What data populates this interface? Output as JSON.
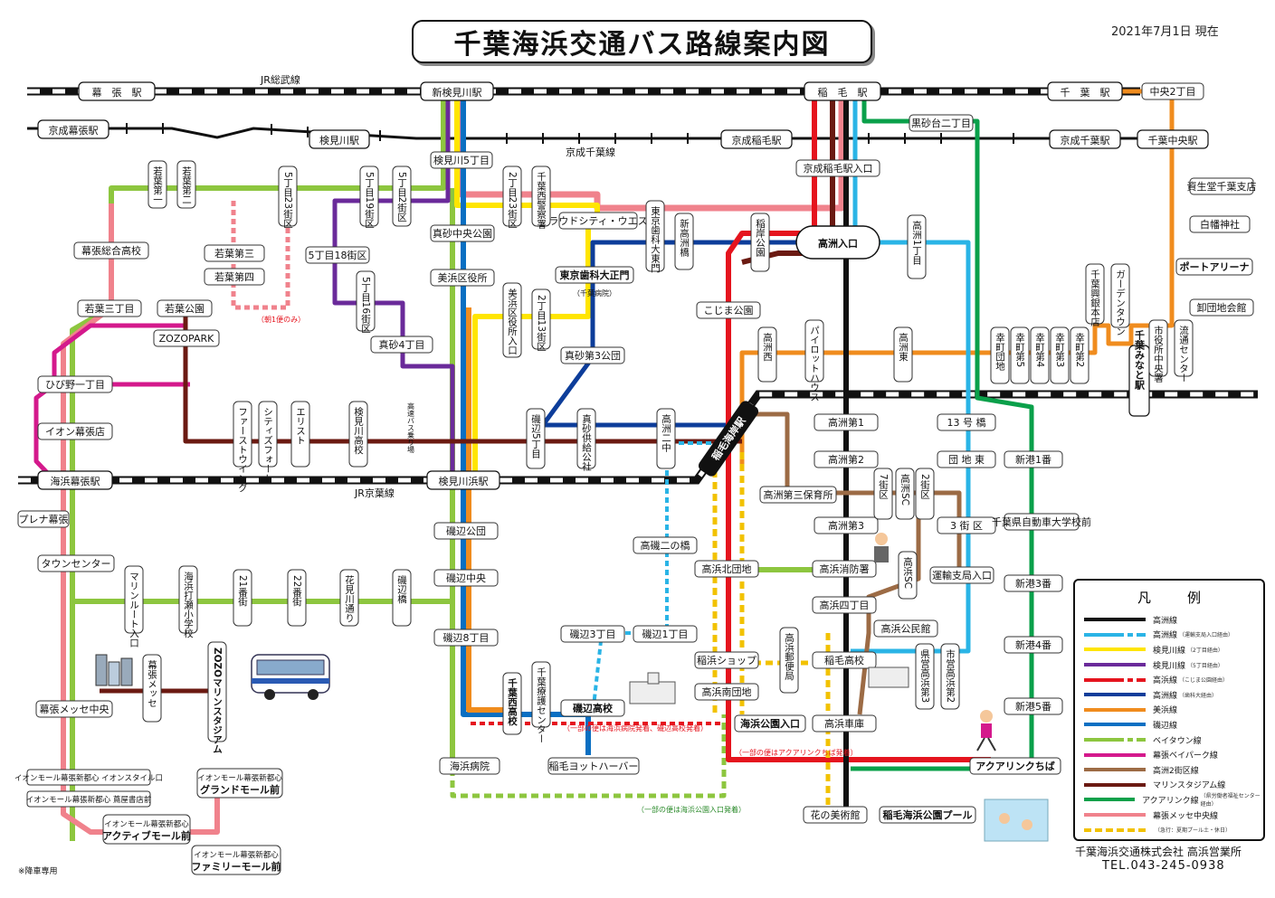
{
  "title": "千葉海浜交通バス路線案内図",
  "date": "2021年7月1日 現在",
  "company": "千葉海浜交通株式会社 高浜営業所",
  "tel": "TEL.043-245-0938",
  "footnote_dropoff": "※降車専用",
  "rail_labels": {
    "jr_sobu": "JR総武線",
    "keisei_chiba": "京成千葉線",
    "jr_keiyo": "JR京葉線"
  },
  "notes": {
    "trip1": "（朝1便のみ）",
    "aqualink": "（一部の便はアクアリンクちば発着）",
    "kaihin_hospital": "（一部の便は海浜病院発着、磯辺高校発着）",
    "kaihin_park": "（一部の便は海浜公園入口発着）"
  },
  "main_stations": {
    "makuhari": "幕　張　駅",
    "shinkemigawa": "新検見川駅",
    "inage": "稲　毛　駅",
    "chiba": "千　葉　駅",
    "keisei_makuhari": "京成幕張駅",
    "kemigawa": "検見川駅",
    "keisei_inage": "京成稲毛駅",
    "keisei_chiba": "京成千葉駅",
    "chiba_chuo": "千葉中央駅",
    "chuo2": "中央2丁目",
    "kaihin_makuhari": "海浜幕張駅",
    "kemigawahama": "検見川浜駅",
    "inage_kaigan": "稲毛海岸駅",
    "chiba_minato": "千葉みなと駅",
    "takasu_iriguchi": "高洲入口"
  },
  "stops_h": [
    "検見川5丁目",
    "真砂中央公園",
    "美浜区役所",
    "京成稲毛駅入口",
    "黒砂台二丁目",
    "資生堂千葉支店",
    "白幡神社",
    "ポートアリーナ",
    "卸団地会館",
    "幕張総合高校",
    "若葉第三",
    "若葉第四",
    "5丁目18街区",
    "若葉三丁目",
    "若葉公園",
    "ZOZOPARK",
    "真砂4丁目",
    "ひび野一丁目",
    "イオン幕張店",
    "プレナ幕張",
    "タウンセンター",
    "幕張メッセ中央",
    "ブラウドシティ・ウエスト",
    "東京歯科大正門",
    "（千葉病院）",
    "真砂第3公団",
    "こじま公園",
    "高洲第1",
    "高洲第2",
    "高洲第三保育所",
    "高洲第3",
    "13 号 橋",
    "団 地 東",
    "3 街 区",
    "新港1番",
    "千葉県自動車大学校前",
    "新港3番",
    "新港4番",
    "新港5番",
    "高浜北団地",
    "高浜消防署",
    "運輸支局入口",
    "高浜四丁目",
    "高浜公民館",
    "稲浜ショップ",
    "稲毛高校",
    "高浜南団地",
    "高浜車庫",
    "海浜公園入口",
    "磯辺公団",
    "磯辺中央",
    "磯辺8丁目",
    "高磯二の橋",
    "磯辺3丁目",
    "磯辺1丁目",
    "磯辺高校",
    "海浜病院",
    "稲毛ヨットハーバー",
    "アクアリンクちば",
    "花の美術館",
    "稲毛海浜公園プール"
  ],
  "stops_v": [
    "若葉第一",
    "若葉第二",
    "5丁目23街区",
    "5丁目19街区",
    "5丁目2街区",
    "2丁目23街区",
    "千葉西警察署",
    "5丁目16街区",
    "東京歯科大東門",
    "新高洲橋",
    "稲岸公園",
    "高洲1丁目",
    "美浜区役所入口",
    "2丁目13街区",
    "千葉興銀本店",
    "ガーデンタウン",
    "市役所中央署",
    "流通センター",
    "高洲西",
    "パイロットハウス",
    "高洲東",
    "幸町団地",
    "幸町第5",
    "幸町第4",
    "幸町第3",
    "幸町第2",
    "ファーストウイング",
    "シティズフォート",
    "エリスト",
    "検見川高校",
    "磯辺5丁目",
    "真砂供給公社",
    "高洲二中",
    "7街区",
    "高洲SC",
    "2街区",
    "高浜SC",
    "マリンルート入口",
    "海浜打瀬小学校",
    "21番街",
    "22番街",
    "花見川通り",
    "磯辺橋",
    "幕張メッセ",
    "ZOZOマリンスタジアム",
    "千葉西高校",
    "千葉療護センター",
    "高浜郵便局",
    "県営高浜第3",
    "市営高浜第2"
  ],
  "kemigawahama_sub": "高速バス乗り場",
  "aeon_stops": [
    "イオンモール幕張新都心 イオンスタイル口",
    "イオンモール幕張新都心 蔦屋書店前",
    "イオンモール幕張新都心",
    "グランドモール前",
    "イオンモール幕張新都心",
    "アクティブモール前",
    "イオンモール幕張新都心",
    "ファミリーモール前"
  ],
  "legend": {
    "title": "凡例",
    "items": [
      {
        "label": "高洲線",
        "note": "",
        "color": "#111111"
      },
      {
        "label": "高洲線",
        "note": "（運輸支局入口経由）",
        "color": "#2ab4e6"
      },
      {
        "label": "検見川線",
        "note": "（2丁目経由）",
        "color": "#ffe500"
      },
      {
        "label": "検見川線",
        "note": "（5丁目経由）",
        "color": "#6a2a9a"
      },
      {
        "label": "高浜線",
        "note": "（こじま公園経由）",
        "color": "#e5141e"
      },
      {
        "label": "高洲線",
        "note": "（歯科大経由）",
        "color": "#0d3d9a"
      },
      {
        "label": "美浜線",
        "note": "",
        "color": "#f08c1e"
      },
      {
        "label": "磯辺線",
        "note": "",
        "color": "#0a6fc2"
      },
      {
        "label": "ベイタウン線",
        "note": "",
        "color": "#8dc63f"
      },
      {
        "label": "幕張ベイパーク線",
        "note": "",
        "color": "#d4198c"
      },
      {
        "label": "高洲2街区線",
        "note": "",
        "color": "#9c6b45"
      },
      {
        "label": "マリンスタジアム線",
        "note": "",
        "color": "#6b1a12"
      },
      {
        "label": "アクアリンク線",
        "note": "（県労働者福祉センター経由）",
        "color": "#0aa04a"
      },
      {
        "label": "幕張メッセ中央線",
        "note": "",
        "color": "#f0828c"
      },
      {
        "label": "",
        "note": "（急行：夏期プール土・休日）",
        "color": "#f2c200"
      }
    ]
  },
  "colors": {
    "takasu": "#111111",
    "takasu_unyu": "#2ab4e6",
    "kemi2": "#ffe500",
    "kemi5": "#6a2a9a",
    "takahama": "#e5141e",
    "takasu_shika": "#0d3d9a",
    "mihama": "#f08c1e",
    "isobe": "#0a6fc2",
    "baytown": "#8dc63f",
    "baypark": "#d4198c",
    "takasu2": "#9c6b45",
    "marine": "#6b1a12",
    "aqualink": "#0aa04a",
    "messe": "#f0828c",
    "pool": "#f2c200"
  }
}
